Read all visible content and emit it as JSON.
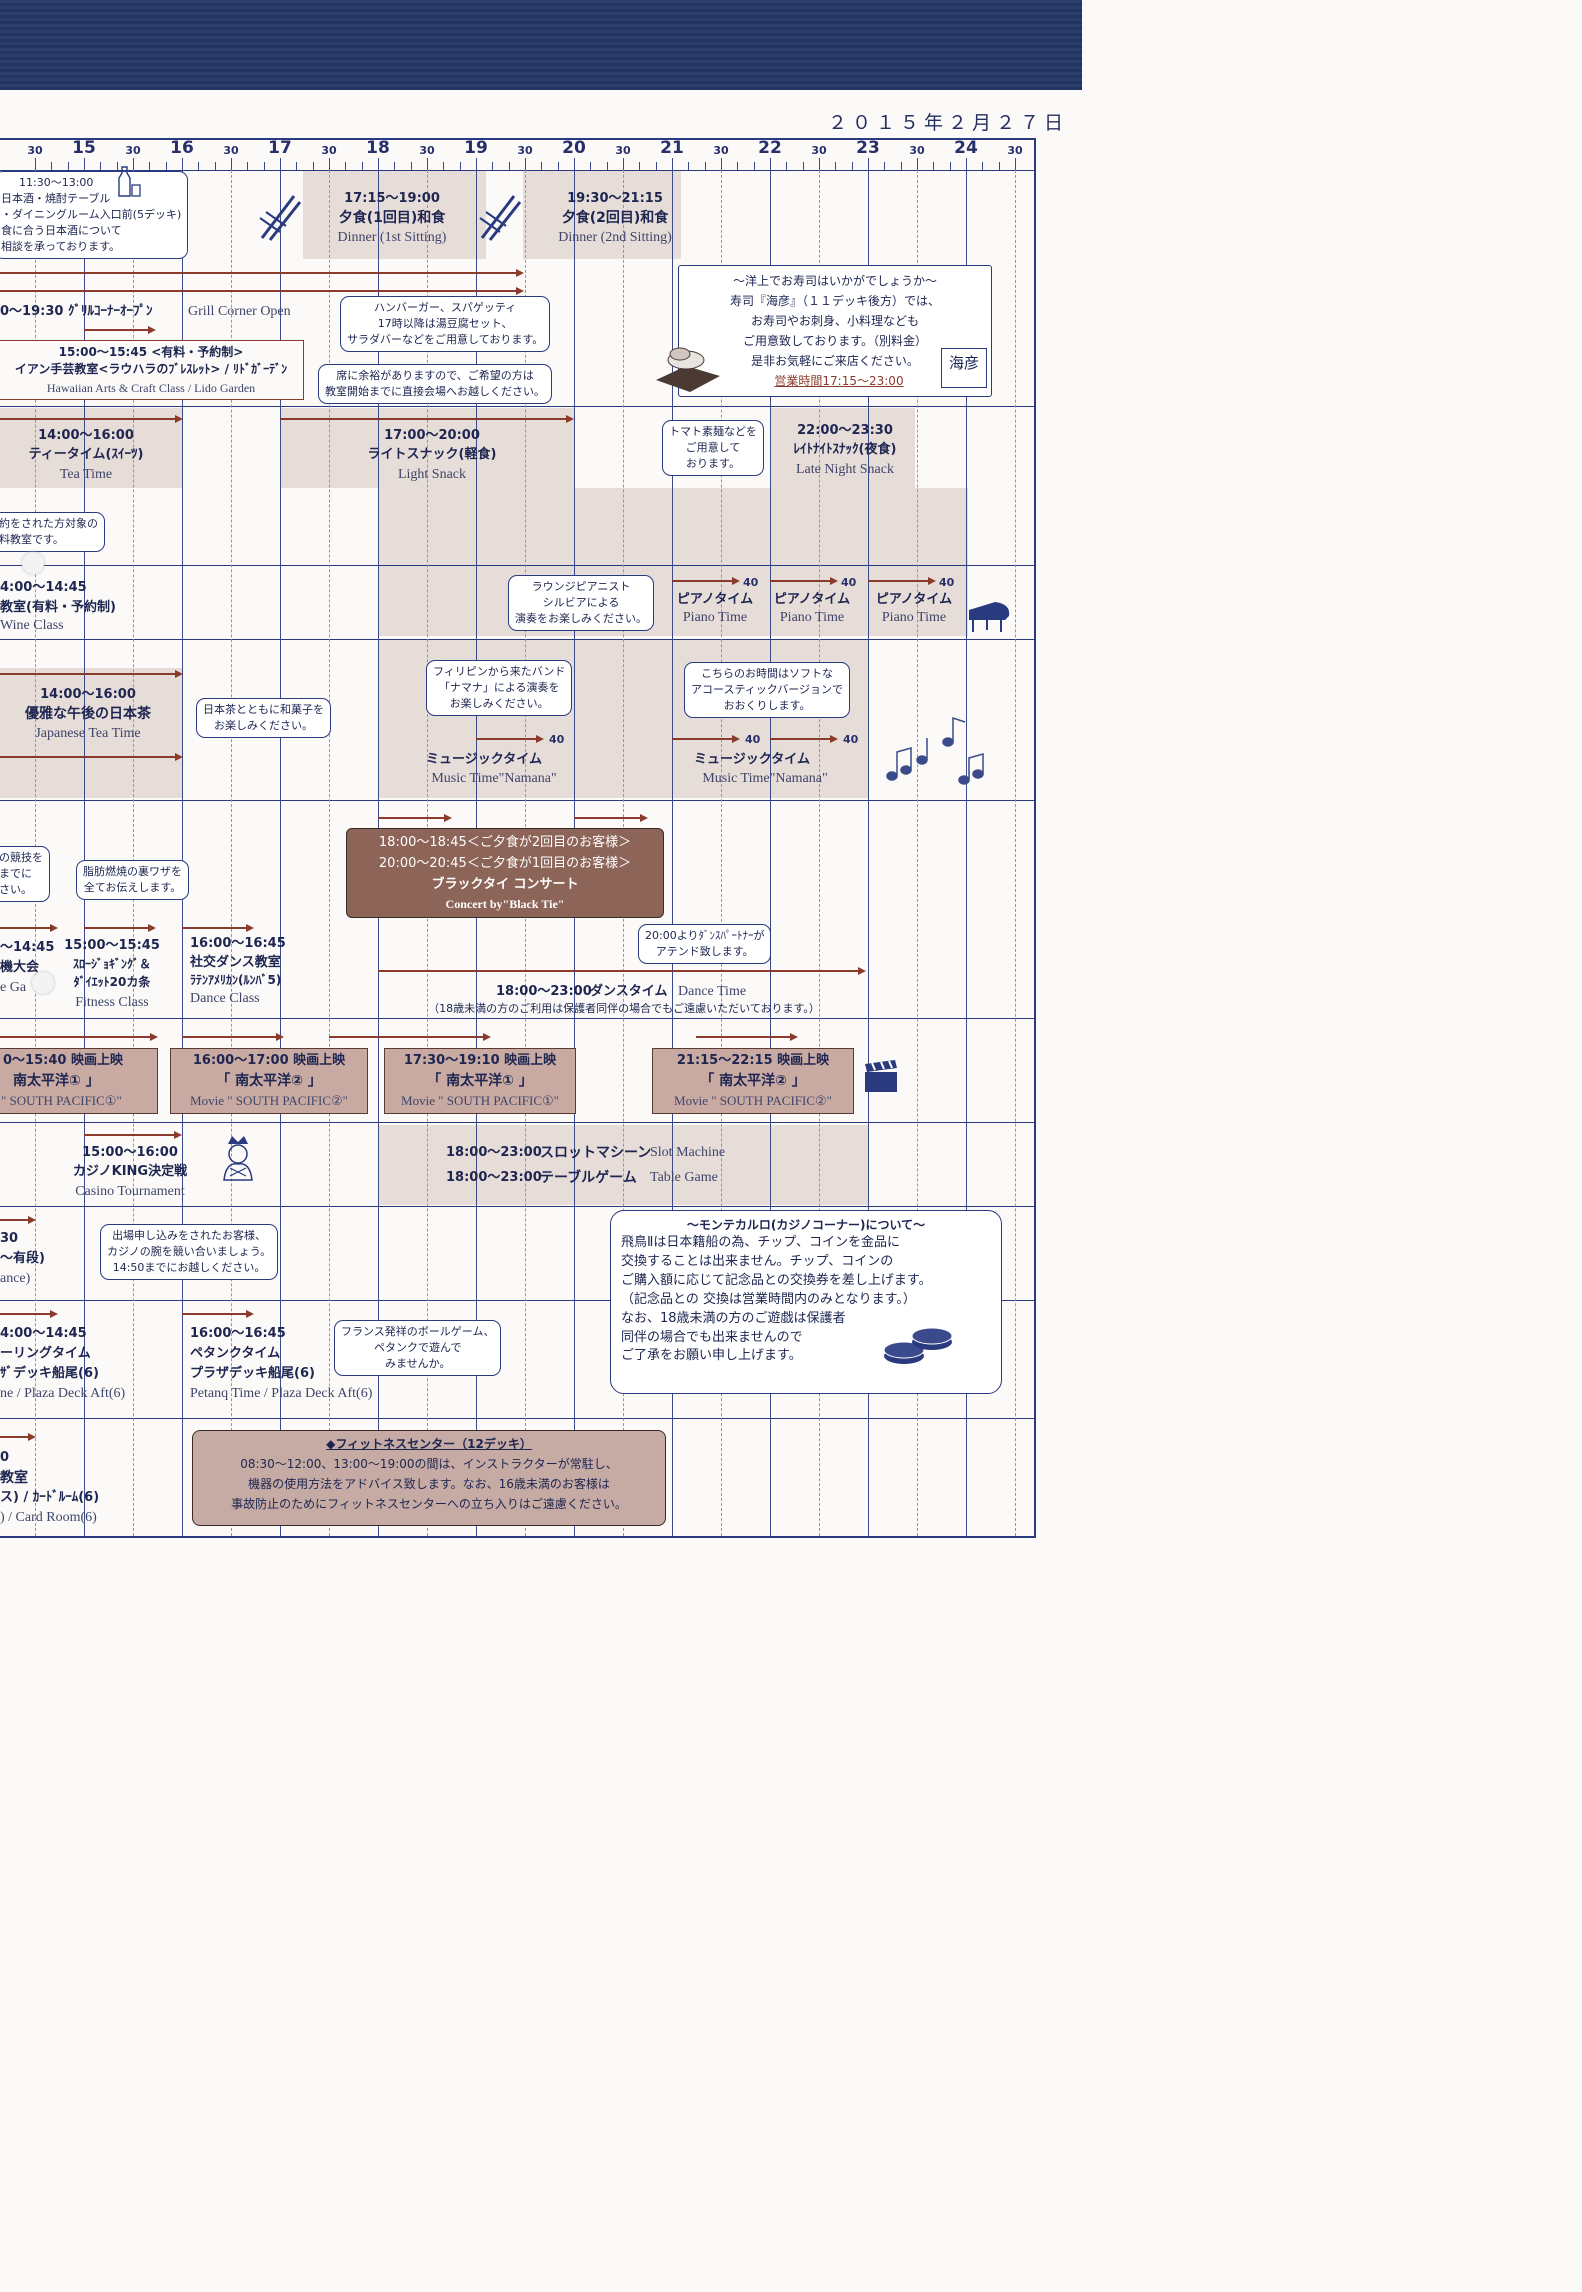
{
  "date": "２０１５年２月２７日",
  "timeline": {
    "hours": [
      "15",
      "16",
      "17",
      "18",
      "19",
      "20",
      "21",
      "22",
      "23",
      "24"
    ],
    "half_label": "30"
  },
  "events": {
    "sake": {
      "time": "11:30～13:00",
      "l1": "日本酒・焼酎テーブル",
      "l2": "・ダイニングルーム入口前(5デッキ)",
      "l3": "食に合う日本酒について",
      "l4": "相談を承っております。"
    },
    "dinner1": {
      "time": "17:15～19:00",
      "title": "夕食(1回目)和食",
      "en": "Dinner (1st Sitting)"
    },
    "dinner2": {
      "time": "19:30～21:15",
      "title": "夕食(2回目)和食",
      "en": "Dinner (2nd Sitting)"
    },
    "sushi": {
      "l1": "～洋上でお寿司はいかがでしょうか～",
      "l2": "寿司『海彦』（１１デッキ後方）では、",
      "l3": "お寿司やお刺身、小料理なども",
      "l4": "ご用意致しております。（別料金）",
      "l5": "是非お気軽にご来店ください。",
      "hours": "営業時間17:15～23:00",
      "logo": "海彦"
    },
    "grill": {
      "title": "0～19:30 ｸﾞﾘﾙｺｰﾅｰｵｰﾌﾟﾝ",
      "en": "Grill Corner Open"
    },
    "grill_bubble": {
      "l1": "ハンバーガー、スパゲッティ",
      "l2": "17時以降は湯豆腐セット、",
      "l3": "サラダバーなどをご用意しております。"
    },
    "hawaiian": {
      "time": "15:00～15:45 <有料・予約制>",
      "title": "イアン手芸教室<ラウハラのﾌﾞﾚｽﾚｯﾄ> / ﾘﾄﾞｶﾞｰﾃﾞﾝ",
      "en": "Hawaiian Arts & Craft Class / Lido Garden"
    },
    "hawaiian_bubble": {
      "l1": "席に余裕がありますので、ご希望の方は",
      "l2": "教室開始までに直接会場へお越しください。"
    },
    "tea": {
      "time": "14:00～16:00",
      "title": "ティータイム(ｽｲｰﾂ)",
      "en": "Tea Time"
    },
    "light": {
      "time": "17:00～20:00",
      "title": "ライトスナック(軽食)",
      "en": "Light Snack"
    },
    "tomato_bubble": {
      "l1": "トマト素麺などを",
      "l2": "ご用意して",
      "l3": "おります。"
    },
    "late": {
      "time": "22:00～23:30",
      "title": "ﾚｲﾄﾅｲﾄｽﾅｯｸ(夜食)",
      "en": "Late Night Snack"
    },
    "wine_bubble": {
      "l1": "約をされた方対象の",
      "l2": "料教室です。"
    },
    "wine": {
      "time": "4:00～14:45",
      "title": "教室(有料・予約制)",
      "en": "Wine Class"
    },
    "pianist_bubble": {
      "l1": "ラウンジピアニスト",
      "l2": "シルビアによる",
      "l3": "演奏をお楽しみください。"
    },
    "piano": {
      "title": "ピアノタイム",
      "en": "Piano Time",
      "num": "40"
    },
    "jtea": {
      "time": "14:00～16:00",
      "title": "優雅な午後の日本茶",
      "en": "Japanese Tea Time"
    },
    "jtea_bubble": {
      "l1": "日本茶とともに和菓子を",
      "l2": "お楽しみください。"
    },
    "band_bubble": {
      "l1": "フィリピンから来たバンド",
      "l2": "「ナマナ」による演奏を",
      "l3": "お楽しみください。"
    },
    "acoustic_bubble": {
      "l1": "こちらのお時間はソフトな",
      "l2": "アコースティックバージョンで",
      "l3": "おおくりします。"
    },
    "music": {
      "title": "ミュージックタイム",
      "en": "Music Time\"Namana\"",
      "num": "40"
    },
    "concert": {
      "l1": "18:00～18:45＜ご夕食が2回目のお客様＞",
      "l2": "20:00～20:45＜ご夕食が1回目のお客様＞",
      "l3": "ブラックタイ コンサート",
      "en": "Concert by\"Black Tie\""
    },
    "compete_bubble": {
      "l1": "の競技を",
      "l2": "までに",
      "l3": "さい。"
    },
    "fat_bubble": {
      "l1": "脂肪燃焼の裏ワザを",
      "l2": "全てお伝えします。"
    },
    "fitness": {
      "time": "15:00～15:45",
      "l1": "ｽﾛｰｼﾞｮｷﾞﾝｸﾞ＆",
      "l2": "ﾀﾞｲｴｯﾄ20カ条",
      "en": "Fitness Class"
    },
    "left_game": {
      "time": "～14:45",
      "l1": "機大会",
      "l2": "e Ga"
    },
    "social_dance": {
      "time": "16:00～16:45",
      "l1": "社交ダンス教室",
      "l2": "ﾗﾃﾝｱﾒﾘｶﾝ(ﾙﾝﾊﾞ5)",
      "en": "Dance Class"
    },
    "partner_bubble": {
      "l1": "20:00よりﾀﾞﾝｽﾊﾟｰﾄﾅｰが",
      "l2": "アテンド致します。"
    },
    "dance_time": {
      "time": "18:00～23:00",
      "title": "ダンスタイム",
      "en": "Dance Time",
      "note": "（18歳未満の方のご利用は保護者同伴の場合でもご遠慮いただいております。）"
    },
    "movie0": {
      "time": "0～15:40 映画上映",
      "title": "南太平洋① 」",
      "en": "\" SOUTH PACIFIC①\""
    },
    "movie1": {
      "time": "16:00～17:00 映画上映",
      "title": "「 南太平洋② 」",
      "en": "Movie \" SOUTH PACIFIC②\""
    },
    "movie2": {
      "time": "17:30～19:10 映画上映",
      "title": "「 南太平洋① 」",
      "en": "Movie \" SOUTH PACIFIC①\""
    },
    "movie3": {
      "time": "21:15～22:15 映画上映",
      "title": "「 南太平洋② 」",
      "en": "Movie \" SOUTH PACIFIC②\""
    },
    "casino_king": {
      "time": "15:00～16:00",
      "title": "カジノKING決定戦",
      "en": "Casino Tournament"
    },
    "slot": {
      "time": "18:00～23:00",
      "title": "スロットマシーン",
      "en": "Slot Machine"
    },
    "table": {
      "time": "18:00～23:00",
      "title": "テーブルゲーム",
      "en": "Table Game"
    },
    "monte": {
      "head": "～モンテカルロ(カジノコーナー)について～",
      "l1": "飛鳥Ⅱは日本籍船の為、チップ、コインを金品に",
      "l2": "交換することは出来ません。チップ、コインの",
      "l3": "ご購入額に応じて記念品との交換券を差し上げます。",
      "l4": "（記念品との 交換は営業時間内のみとなります。）",
      "l5": "なお、18歳未満の方のご遊戯は保護者",
      "l6": "同伴の場合でも出来ませんので",
      "l7": "ご了承をお願い申し上げます。"
    },
    "tourn_bubble": {
      "l1": "出場申し込みをされたお客様、",
      "l2": "カジノの腕を競い合いましょう。",
      "l3": "14:50までにお越しください。"
    },
    "left_dance2": {
      "time": "30",
      "title": "～有段)",
      "en": "ance)"
    },
    "boules": {
      "time": "4:00～14:45",
      "title": "ーリングタイム",
      "l2": "ｻﾞデッキ船尾(6)",
      "en": "ne / Plaza Deck Aft(6)"
    },
    "petanque": {
      "time": "16:00～16:45",
      "title": "ペタンクタイム",
      "l2": "プラザデッキ船尾(6)",
      "en": "Petanq Time / Plaza Deck Aft(6)"
    },
    "petanque_bubble": {
      "l1": "フランス発祥のボールゲーム、",
      "l2": "ペタンクで遊んで",
      "l3": "みませんか。"
    },
    "left_class": {
      "time": "0",
      "title": "教室",
      "l2": "ス) / ｶｰﾄﾞﾙｰﾑ(6)",
      "en": ") / Card Room(6)"
    },
    "fitness_center": {
      "head": "◆フィットネスセンター（12デッキ）",
      "l1": "08:30～12:00、13:00～19:00の間は、インストラクターが常駐し、",
      "l2": "機器の使用方法をアドバイス致します。なお、16歳未満のお客様は",
      "l3": "事故防止のためにフィットネスセンターへの立ち入りはご遠慮ください。"
    }
  },
  "colors": {
    "navy": "#2a3a7e",
    "shade": "#e6dcd8",
    "arrow": "#8a3b2c",
    "dark_box": "#8d6458",
    "movie_box": "#c9aaa3"
  }
}
